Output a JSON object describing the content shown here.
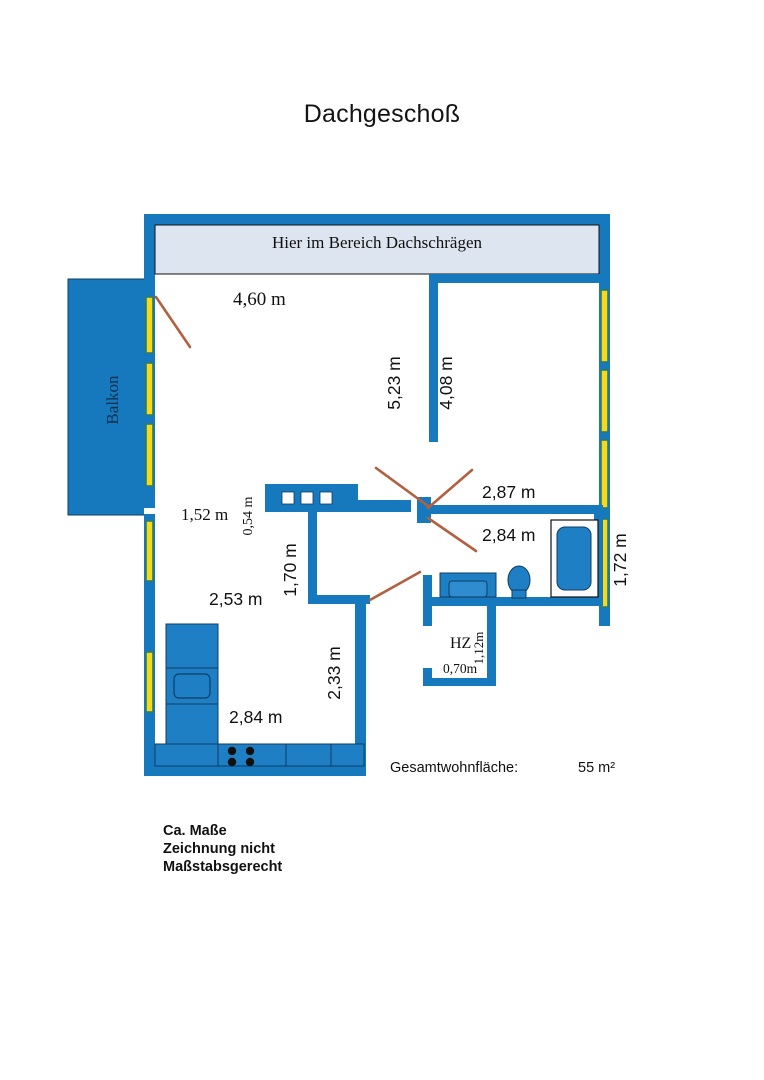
{
  "page": {
    "title": "Dachgeschoß",
    "document_type": "floor-plan"
  },
  "colors": {
    "wall_blue": "#1678bd",
    "wall_blue_dark": "#1163a0",
    "window_yellow": "#f7d917",
    "window_outline": "#2a7b6e",
    "banner_fill": "#dce5f0",
    "banner_stroke": "#111111",
    "fixture_blue": "#1f7fc4",
    "door_swing": "#b2603f",
    "text_black": "#111111"
  },
  "banner": {
    "text": "Hier im Bereich Dachschrägen"
  },
  "rooms": {
    "balcony_label": "Balkon",
    "heating_label": "HZ"
  },
  "dimensions": {
    "living_width": "4,60 m",
    "living_depth": "5,23 m",
    "room_right_depth": "4,08 m",
    "hall_width": "1,52 m",
    "wardrobe_depth": "0,54 m",
    "wardrobe_length": "1,70 m",
    "kitchen_width": "2,53 m",
    "kitchen_length": "2,84 m",
    "kitchen_depth": "2,33 m",
    "bath_width_top": "2,87 m",
    "bath_width_inner": "2,84 m",
    "bath_right_depth": "1,72 m",
    "hz_height": "1,12m",
    "hz_width": "0,70m"
  },
  "summary": {
    "area_label": "Gesamtwohnfläche:",
    "area_value": "55 m²"
  },
  "disclaimer": {
    "text": "Ca. Maße\nZeichnung nicht\nMaßstabsgerecht"
  }
}
